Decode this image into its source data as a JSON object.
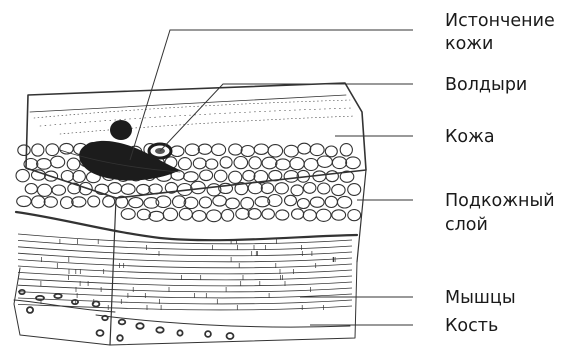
{
  "labels": {
    "thinning": [
      "Истончение",
      "кожи"
    ],
    "blisters": "Волдыри",
    "skin": "Кожа",
    "subcutaneous": [
      "Подкожный",
      "слой"
    ],
    "muscles": "Мышцы",
    "bone": "Кость"
  },
  "colors": {
    "ink": "#333333",
    "lesion": "#1c1c1c",
    "label": "#1a1a1a"
  }
}
